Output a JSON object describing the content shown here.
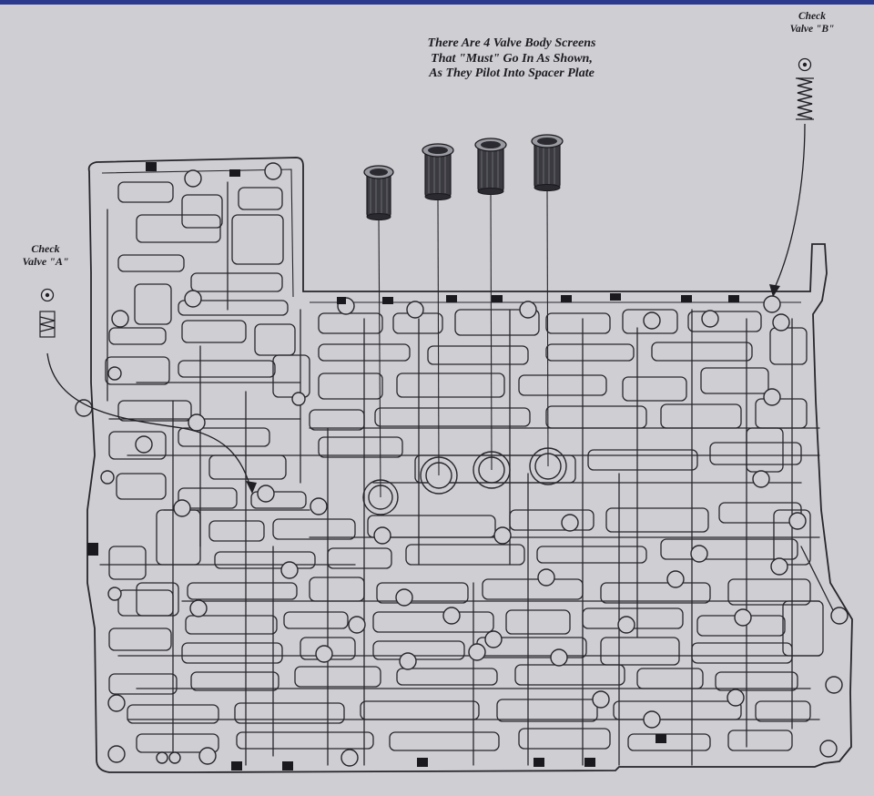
{
  "labels": {
    "screens_note": [
      "There Are 4 Valve Body Screens",
      "That \"Must\" Go In As Shown,",
      "As They Pilot Into Spacer Plate"
    ],
    "check_valve_a": [
      "Check",
      "Valve \"A\""
    ],
    "check_valve_b": [
      "Check",
      "Valve \"B\""
    ]
  },
  "colors": {
    "background": "#cfcfd3",
    "linework": "#26262c",
    "screen_fill": "#3a3a40",
    "top_band": "#2b3a8c"
  },
  "components": {
    "screen_count": 4,
    "icons": [
      "valve-body-screen-icon",
      "check-ball-icon",
      "spring-icon"
    ]
  }
}
